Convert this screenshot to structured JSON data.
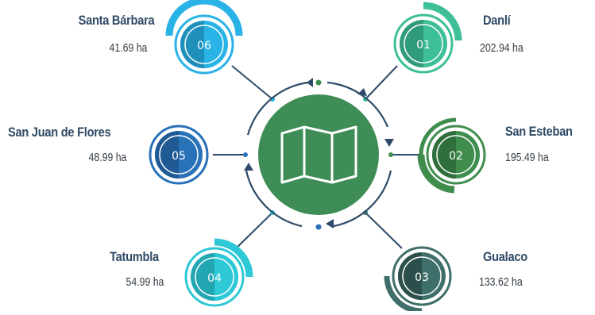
{
  "center": {
    "icon": "map-icon",
    "color": "#3f8d56"
  },
  "nodes": [
    {
      "id": "01",
      "name": "Danlí",
      "value": "202.94 ha",
      "color": "#3dbf97",
      "dark": "#2f9b7a"
    },
    {
      "id": "02",
      "name": "San Esteban",
      "value": "195.49 ha",
      "color": "#3f8d4d",
      "dark": "#2f6f3b"
    },
    {
      "id": "03",
      "name": "Gualaco",
      "value": "133.62 ha",
      "color": "#3f6f6a",
      "dark": "#2c4f4b"
    },
    {
      "id": "04",
      "name": "Tatumbla",
      "value": "54.99 ha",
      "color": "#2ec9d6",
      "dark": "#22a6b2"
    },
    {
      "id": "05",
      "name": "San Juan de Flores",
      "value": "48.99 ha",
      "color": "#2a72b8",
      "dark": "#1f5a94"
    },
    {
      "id": "06",
      "name": "Santa Bárbara",
      "value": "41.69 ha",
      "color": "#2ab3e6",
      "dark": "#1f8fbc"
    }
  ]
}
